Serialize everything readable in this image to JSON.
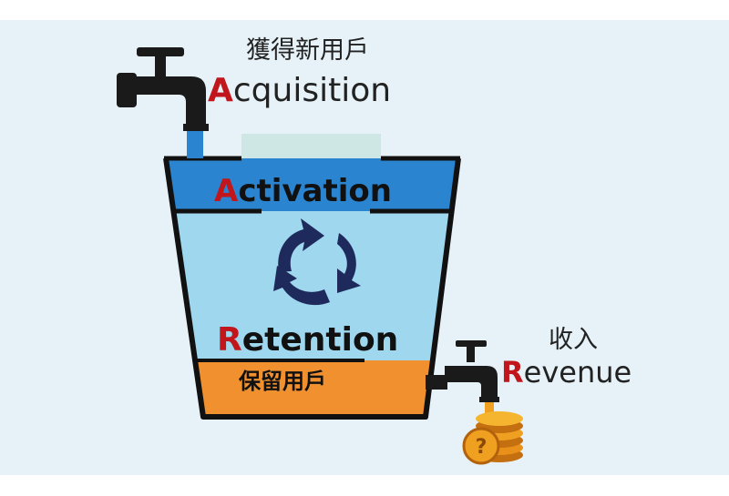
{
  "acquisition": {
    "zh": "獲得新用戶",
    "initial": "A",
    "rest": "cquisition"
  },
  "activation": {
    "initial": "A",
    "rest": "ctivation"
  },
  "retention": {
    "initial": "R",
    "rest": "etention",
    "zh": "保留用戶"
  },
  "revenue": {
    "zh": "收入",
    "initial": "R",
    "rest": "evenue"
  },
  "coin_symbol": "?",
  "colors": {
    "background": "#e6f2f8",
    "accent_red": "#c0161c",
    "activation_band": "#2b84cf",
    "water": "#9ed7ee",
    "retention_band": "#f0902e",
    "outline": "#111111",
    "cycle_arrows": "#1f2a5c",
    "coin": "#f0a020",
    "faucet": "#1a1a1a"
  }
}
